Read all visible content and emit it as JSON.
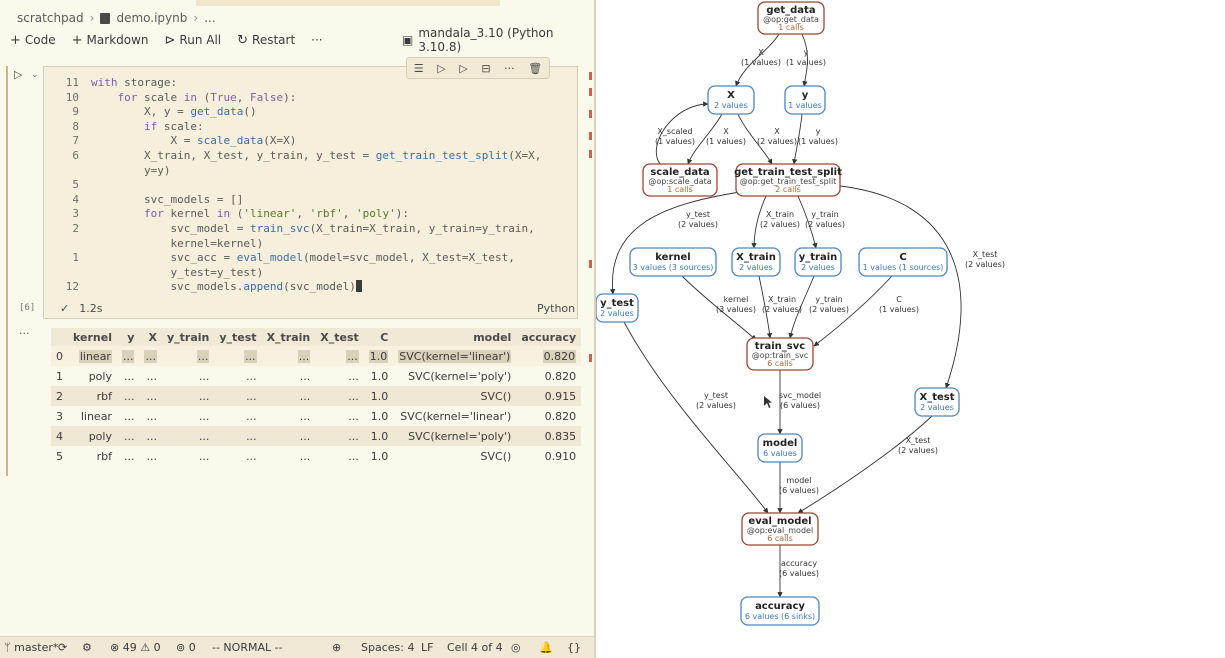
{
  "breadcrumb": [
    "scratchpad",
    "demo.ipynb",
    "..."
  ],
  "toolbar": {
    "code_label": "Code",
    "markdown_label": "Markdown",
    "run_all_label": "Run All",
    "restart_label": "Restart",
    "more_label": "···",
    "kernel_label": "mandala_3.10 (Python 3.10.8)"
  },
  "cell": {
    "exec_count": "[6]",
    "exec_time": "1.2s",
    "language": "Python",
    "lines": [
      {
        "ln": "11",
        "code": "with storage:"
      },
      {
        "ln": "10",
        "code": "    for scale in (True, False):"
      },
      {
        "ln": "9",
        "code": "        X, y = get_data()"
      },
      {
        "ln": "8",
        "code": "        if scale:"
      },
      {
        "ln": "7",
        "code": "            X = scale_data(X=X)"
      },
      {
        "ln": "6",
        "code": "        X_train, X_test, y_train, y_test = get_train_test_split(X=X,"
      },
      {
        "ln": "",
        "code": "        y=y)"
      },
      {
        "ln": "5",
        "code": ""
      },
      {
        "ln": "4",
        "code": "        svc_models = []"
      },
      {
        "ln": "3",
        "code": "        for kernel in ('linear', 'rbf', 'poly'):"
      },
      {
        "ln": "2",
        "code": "            svc_model = train_svc(X_train=X_train, y_train=y_train,"
      },
      {
        "ln": "",
        "code": "            kernel=kernel)"
      },
      {
        "ln": "1",
        "code": "            svc_acc = eval_model(model=svc_model, X_test=X_test,"
      },
      {
        "ln": "",
        "code": "            y_test=y_test)"
      },
      {
        "ln": "12",
        "code": "            svc_models.append(svc_model)"
      }
    ]
  },
  "output": {
    "dots": "···",
    "columns": [
      "",
      "kernel",
      "y",
      "X",
      "y_train",
      "y_test",
      "X_train",
      "X_test",
      "C",
      "model",
      "accuracy"
    ],
    "rows": [
      [
        "0",
        "linear",
        "...",
        "...",
        "...",
        "...",
        "...",
        "...",
        "1.0",
        "SVC(kernel='linear')",
        "0.820"
      ],
      [
        "1",
        "poly",
        "...",
        "...",
        "...",
        "...",
        "...",
        "...",
        "1.0",
        "SVC(kernel='poly')",
        "0.820"
      ],
      [
        "2",
        "rbf",
        "...",
        "...",
        "...",
        "...",
        "...",
        "...",
        "1.0",
        "SVC()",
        "0.915"
      ],
      [
        "3",
        "linear",
        "...",
        "...",
        "...",
        "...",
        "...",
        "...",
        "1.0",
        "SVC(kernel='linear')",
        "0.820"
      ],
      [
        "4",
        "poly",
        "...",
        "...",
        "...",
        "...",
        "...",
        "...",
        "1.0",
        "SVC(kernel='poly')",
        "0.835"
      ],
      [
        "5",
        "rbf",
        "...",
        "...",
        "...",
        "...",
        "...",
        "...",
        "1.0",
        "SVC()",
        "0.910"
      ]
    ]
  },
  "statusbar": {
    "branch": "master*",
    "errors": "49",
    "warnings": "0",
    "ports": "0",
    "mode": "-- NORMAL --",
    "spaces": "Spaces: 4",
    "eol": "LF",
    "cell_pos": "Cell 4 of 4"
  },
  "graph": {
    "nodes": [
      {
        "id": "get_data",
        "kind": "op",
        "title": "get_data",
        "sub": "@op:get_data",
        "info": "1 calls"
      },
      {
        "id": "X",
        "kind": "var",
        "title": "X",
        "info": "2 values"
      },
      {
        "id": "y",
        "kind": "var",
        "title": "y",
        "info": "1 values"
      },
      {
        "id": "scale_data",
        "kind": "op",
        "title": "scale_data",
        "sub": "@op:scale_data",
        "info": "1 calls"
      },
      {
        "id": "get_train_test_split",
        "kind": "op",
        "title": "get_train_test_split",
        "sub": "@op:get_train_test_split",
        "info": "2 calls"
      },
      {
        "id": "kernel",
        "kind": "var",
        "title": "kernel",
        "info": "3 values (3 sources)"
      },
      {
        "id": "X_train",
        "kind": "var",
        "title": "X_train",
        "info": "2 values"
      },
      {
        "id": "y_train",
        "kind": "var",
        "title": "y_train",
        "info": "2 values"
      },
      {
        "id": "C",
        "kind": "var",
        "title": "C",
        "info": "1 values (1 sources)"
      },
      {
        "id": "y_test",
        "kind": "var",
        "title": "y_test",
        "info": "2 values"
      },
      {
        "id": "train_svc",
        "kind": "op",
        "title": "train_svc",
        "sub": "@op:train_svc",
        "info": "6 calls"
      },
      {
        "id": "X_test",
        "kind": "var",
        "title": "X_test",
        "info": "2 values"
      },
      {
        "id": "model",
        "kind": "var",
        "title": "model",
        "info": "6 values"
      },
      {
        "id": "eval_model",
        "kind": "op",
        "title": "eval_model",
        "sub": "@op:eval_model",
        "info": "6 calls"
      },
      {
        "id": "accuracy",
        "kind": "var",
        "title": "accuracy",
        "info": "6 values (6 sinks)"
      }
    ],
    "edges": [
      {
        "id": "gd-X",
        "l1": "X",
        "l2": "(1 values)"
      },
      {
        "id": "gd-y",
        "l1": "y",
        "l2": "(1 values)"
      },
      {
        "id": "sd-X",
        "l1": "X_scaled",
        "l2": "(1 values)"
      },
      {
        "id": "X-sd",
        "l1": "X",
        "l2": "(1 values)"
      },
      {
        "id": "X-gtts",
        "l1": "X",
        "l2": "(2 values)"
      },
      {
        "id": "y-gtts",
        "l1": "y",
        "l2": "(1 values)"
      },
      {
        "id": "gtts-ytest",
        "l1": "y_test",
        "l2": "(2 values)"
      },
      {
        "id": "gtts-Xtrain",
        "l1": "X_train",
        "l2": "(2 values)"
      },
      {
        "id": "gtts-ytrain",
        "l1": "y_train",
        "l2": "(2 values)"
      },
      {
        "id": "gtts-Xtest",
        "l1": "X_test",
        "l2": "(2 values)"
      },
      {
        "id": "kernel-ts",
        "l1": "kernel",
        "l2": "(3 values)"
      },
      {
        "id": "Xtrain-ts",
        "l1": "X_train",
        "l2": "(2 values)"
      },
      {
        "id": "ytrain-ts",
        "l1": "y_train",
        "l2": "(2 values)"
      },
      {
        "id": "C-ts",
        "l1": "C",
        "l2": "(1 values)"
      },
      {
        "id": "ts-model",
        "l1": "svc_model",
        "l2": "(6 values)"
      },
      {
        "id": "ytest-em",
        "l1": "y_test",
        "l2": "(2 values)"
      },
      {
        "id": "Xtest-em",
        "l1": "X_test",
        "l2": "(2 values)"
      },
      {
        "id": "model-em",
        "l1": "model",
        "l2": "(6 values)"
      },
      {
        "id": "em-acc",
        "l1": "accuracy",
        "l2": "(6 values)"
      }
    ]
  },
  "colors": {
    "op_border": "#a0432d",
    "var_border": "#4a86c0",
    "calls_text": "#b06a3a",
    "values_text": "#3a7ab8"
  }
}
